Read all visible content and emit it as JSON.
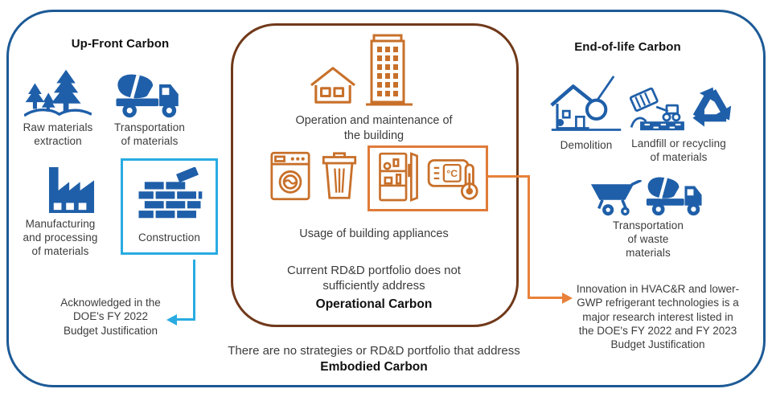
{
  "colors": {
    "outer_border": "#1D5A96",
    "center_border": "#70391A",
    "icon_blue": "#1F5FA9",
    "accent_cyan": "#29ABE2",
    "accent_orange": "#E8813A",
    "icon_orange": "#C8702A"
  },
  "upfront": {
    "title": "Up-Front Carbon",
    "items": [
      {
        "icon": "trees-icon",
        "label": "Raw materials\nextraction"
      },
      {
        "icon": "mixer-truck-icon",
        "label": "Transportation\nof materials"
      },
      {
        "icon": "factory-icon",
        "label": "Manufacturing\nand processing\nof materials"
      },
      {
        "icon": "brick-wall-icon",
        "label": "Construction",
        "highlighted": true
      }
    ],
    "note": "Acknowledged in the\nDOE's FY 2022\nBudget Justification"
  },
  "operational": {
    "caption_top": "Operation and maintenance of\nthe building",
    "caption_mid": "Usage of building appliances",
    "statement": "Current RD&D portfolio does not\nsufficiently address",
    "statement_bold": "Operational Carbon",
    "thermostat_degree_label": "°C"
  },
  "endoflife": {
    "title": "End-of-life Carbon",
    "items": [
      {
        "icon": "demolition-icon",
        "label": "Demolition"
      },
      {
        "icon": "landfill-truck-icon recycle-icon",
        "label": "Landfill or recycling\nof materials"
      },
      {
        "icon": "wheelbarrow-icon mixer-truck-icon",
        "label": "Transportation\nof waste\nmaterials"
      }
    ],
    "note": "Innovation in HVAC&R and lower-\nGWP refrigerant technologies is a\nmajor research interest listed in\nthe DOE's FY 2022 and FY 2023\nBudget Justification"
  },
  "footer": {
    "line": "There are no strategies or RD&D portfolio that address",
    "bold": "Embodied Carbon"
  }
}
